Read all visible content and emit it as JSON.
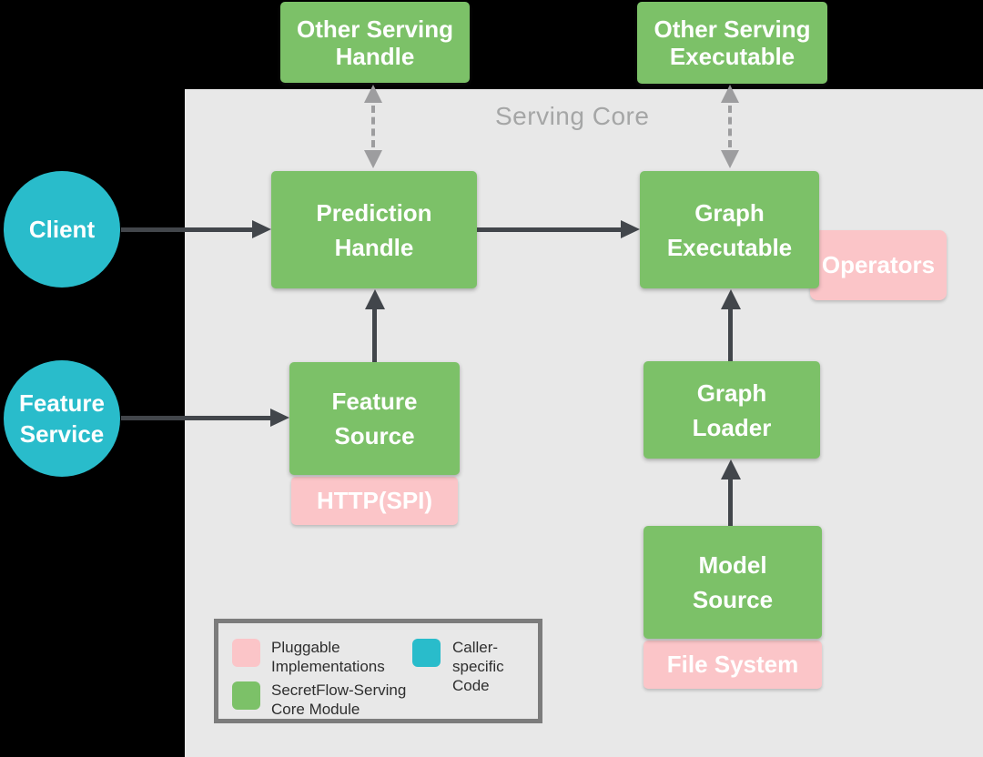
{
  "title": {
    "text": "Serving Core"
  },
  "external": {
    "client": {
      "label": "Client"
    },
    "feature_service": {
      "lines": [
        "Feature",
        "Service"
      ]
    }
  },
  "nodes": {
    "other_serving_handle": {
      "lines": [
        "Other Serving",
        "Handle"
      ]
    },
    "other_serving_executable": {
      "lines": [
        "Other Serving",
        "Executable"
      ]
    },
    "prediction_handle": {
      "lines": [
        "Prediction",
        "Handle"
      ]
    },
    "graph_executable": {
      "lines": [
        "Graph",
        "Executable"
      ]
    },
    "feature_source": {
      "lines": [
        "Feature",
        "Source"
      ]
    },
    "graph_loader": {
      "lines": [
        "Graph",
        "Loader"
      ]
    },
    "model_source": {
      "lines": [
        "Model",
        "Source"
      ]
    }
  },
  "pluggables": {
    "operators": {
      "label": "Operators"
    },
    "http_spi": {
      "label": "HTTP(SPI)"
    },
    "file_system": {
      "label": "File System"
    }
  },
  "legend": {
    "items": [
      {
        "swatch": "pink",
        "lines": [
          "Pluggable",
          "Implementations"
        ]
      },
      {
        "swatch": "teal",
        "lines": [
          "Caller-specific",
          "Code"
        ]
      },
      {
        "swatch": "green",
        "lines": [
          "SecretFlow-Serving",
          "Core Module"
        ]
      }
    ]
  },
  "colors": {
    "core_module_green": "#7CC168",
    "pluggable_pink": "#FBC5C8",
    "caller_teal": "#29BCCB",
    "panel_gray": "#E8E8E8",
    "solid_arrow": "#42464B",
    "dashed_arrow": "#9D9D9F",
    "title_gray": "#A5A6A6",
    "legend_border": "#7C7C7C"
  }
}
